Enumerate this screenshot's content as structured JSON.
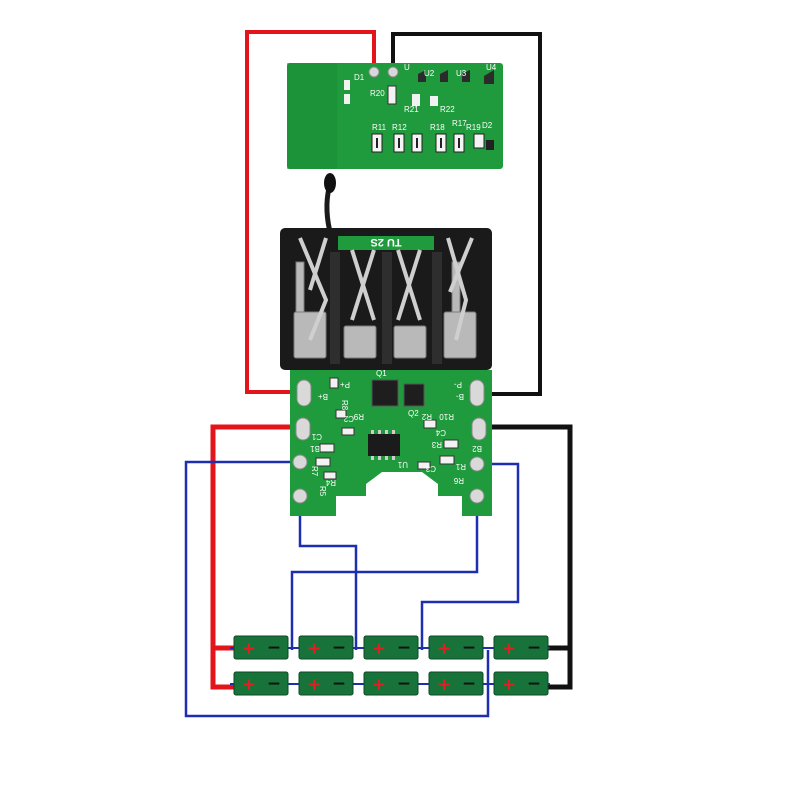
{
  "diagram": {
    "type": "battery-pack-wiring",
    "colors": {
      "positive_wire": "#e4141b",
      "negative_wire": "#111111",
      "balance_wire": "#1d2fb0",
      "pcb_green": "#1f9a3c",
      "cell_green": "#17733a",
      "cell_plus": "#e21f1f",
      "terminal_housing": "#1a1a1a",
      "contact_metal": "#b9b9b9"
    },
    "indicator_board": {
      "labels": [
        "D1",
        "R20",
        "U",
        "U2",
        "U3",
        "U4",
        "R21",
        "R22",
        "R11",
        "R12",
        "R18",
        "R17",
        "R19",
        "D2"
      ]
    },
    "terminal_block": {
      "label": "TU 2S"
    },
    "bms_board": {
      "labels": [
        "B+",
        "P+",
        "P-",
        "B-",
        "B1",
        "B2",
        "C1",
        "C2",
        "C3",
        "C4",
        "R5",
        "R6",
        "R7",
        "R8",
        "R9",
        "R10",
        "Q1",
        "Q2",
        "U1",
        "R4",
        "R3",
        "R1",
        "R2"
      ]
    },
    "cells": {
      "rows": 2,
      "columns": 5,
      "plus_symbol": "+",
      "minus_symbol": "−"
    }
  }
}
